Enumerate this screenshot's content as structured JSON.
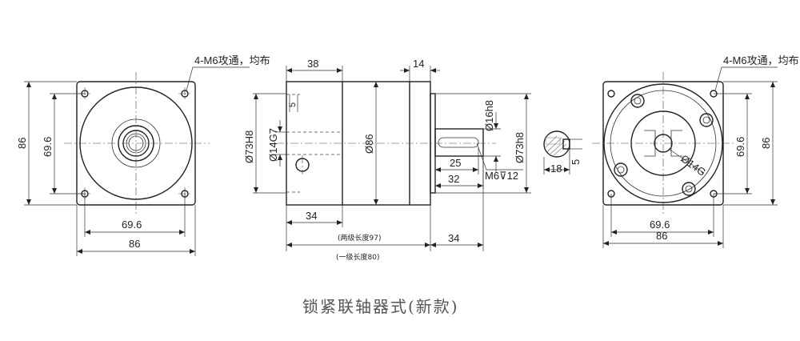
{
  "views": {
    "left": {
      "hole_note": "4-M6攻通，均布",
      "height_outer": "86",
      "height_inner": "69.6",
      "width_inner": "69.6",
      "width_outer": "86"
    },
    "side": {
      "dim_38": "38",
      "dim_14": "14",
      "dim_5": "5",
      "dia_73H8": "Ø73H8",
      "dia_14G7": "Ø14G7",
      "dia_86": "Ø86",
      "dia_16h8": "Ø16h8",
      "dia_73h8": "Ø73h8",
      "dim_25": "25",
      "dim_32": "32",
      "thread_m6": "M6⊽12",
      "dim_34_bottom": "34",
      "two_stage": "(两级长度97)",
      "dim_34_right": "34",
      "one_stage": "(一级长度80)"
    },
    "key": {
      "dim_18": "18",
      "dim_5": "5"
    },
    "right": {
      "hole_note": "4-M6攻通，均布",
      "height_inner": "69.6",
      "height_outer": "86",
      "width_inner": "69.6",
      "width_outer": "86",
      "bore": "Ø14G"
    }
  },
  "caption": "锁紧联轴器式(新款)"
}
